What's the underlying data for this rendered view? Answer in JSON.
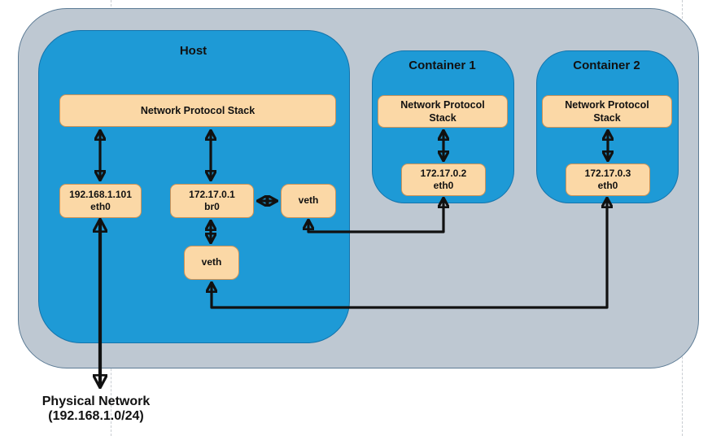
{
  "colors": {
    "canvas-bg": "#ffffff",
    "outer-fill": "#bec8d2",
    "outer-border": "#5c7b95",
    "blue-fill": "#1e9ad6",
    "blue-border": "#1474ac",
    "node-fill": "#fbd8a6",
    "node-border": "#ce9356",
    "arrow": "#111111",
    "guide": "#c9cdd2",
    "text": "#111111"
  },
  "diagram": {
    "host": {
      "title": "Host",
      "nps_label": "Network Protocol Stack",
      "eth0": {
        "line1": "192.168.1.101",
        "line2": "eth0"
      },
      "br0": {
        "line1": "172.17.0.1",
        "line2": "br0"
      },
      "veth_right": "veth",
      "veth_bottom": "veth"
    },
    "container1": {
      "title": "Container 1",
      "nps_label": "Network Protocol Stack",
      "eth0": {
        "line1": "172.17.0.2",
        "line2": "eth0"
      }
    },
    "container2": {
      "title": "Container 2",
      "nps_label": "Network Protocol Stack",
      "eth0": {
        "line1": "172.17.0.3",
        "line2": "eth0"
      }
    },
    "physical_network": {
      "line1": "Physical Network",
      "line2": "(192.168.1.0/24)"
    }
  }
}
